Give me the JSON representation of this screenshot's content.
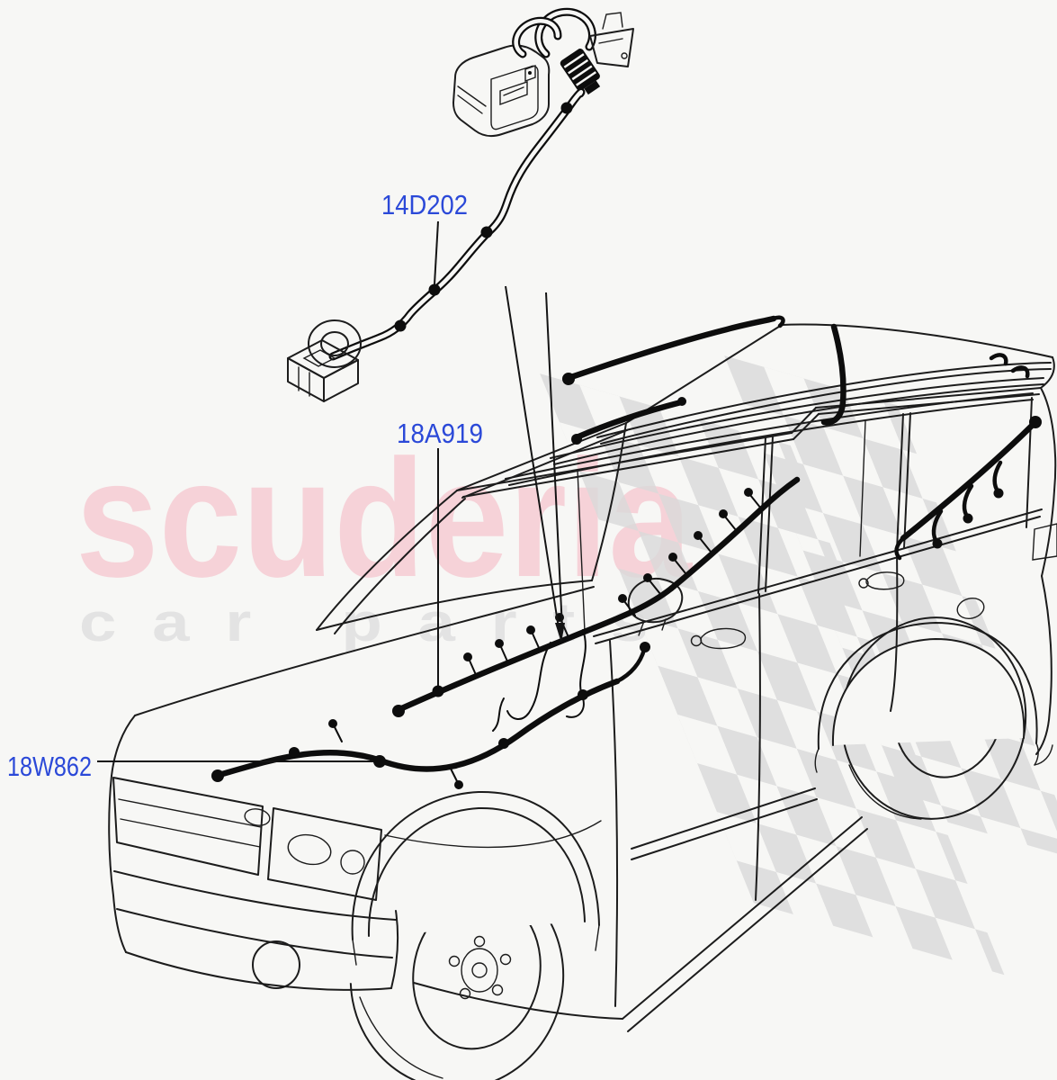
{
  "page": {
    "background": "#f7f7f5"
  },
  "diagram": {
    "type": "vehicle-wiring-parts-diagram",
    "description": "Line illustration of a Land Rover Discovery SUV (front three-quarter view) with audio wiring harness routing, plus a separate USB socket and pigtail harness part shown above the vehicle",
    "line_color": "#1c1c1c",
    "label_color": "#2b49d8",
    "part_labels": [
      {
        "code": "14D202"
      },
      {
        "code": "18A919"
      },
      {
        "code": "18W862"
      }
    ]
  },
  "watermark": {
    "brand": "scuderia",
    "tagline": "car parts",
    "brand_color": "#f6d2d8",
    "tagline_color": "#e3e3e3",
    "flag_color": "#dadada"
  }
}
